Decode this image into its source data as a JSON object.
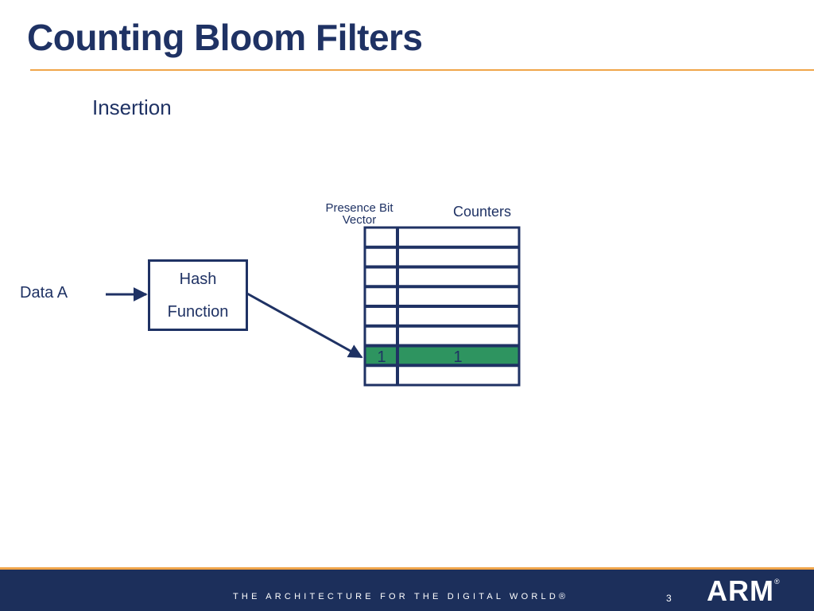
{
  "slide": {
    "title": "Counting Bloom Filters",
    "subtitle": "Insertion"
  },
  "diagram": {
    "data_label": "Data A",
    "hash_box_line1": "Hash",
    "hash_box_line2": "Function",
    "presence_bit_label": "Presence Bit Vector",
    "counters_label": "Counters",
    "highlighted_row_index": 6,
    "row_count": 8,
    "highlighted_presence_value": "1",
    "highlighted_counter_value": "1",
    "highlight_color": "#2e9460",
    "line_color": "#1f3264"
  },
  "footer": {
    "tagline": "THE ARCHITECTURE FOR THE DIGITAL WORLD®",
    "page_number": "3",
    "logo_text": "ARM",
    "logo_mark": "®"
  }
}
